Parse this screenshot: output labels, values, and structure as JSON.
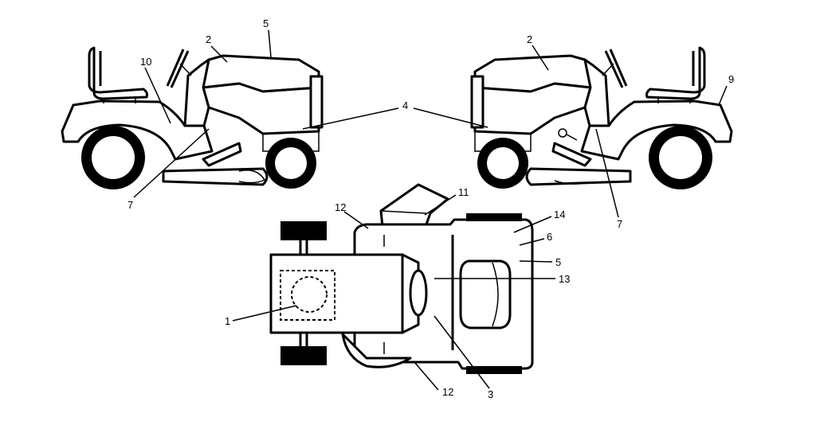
{
  "callouts": [
    "1",
    "2",
    "2",
    "3",
    "4",
    "5",
    "5",
    "6",
    "7",
    "7",
    "9",
    "10",
    "11",
    "12",
    "12",
    "13",
    "14"
  ]
}
